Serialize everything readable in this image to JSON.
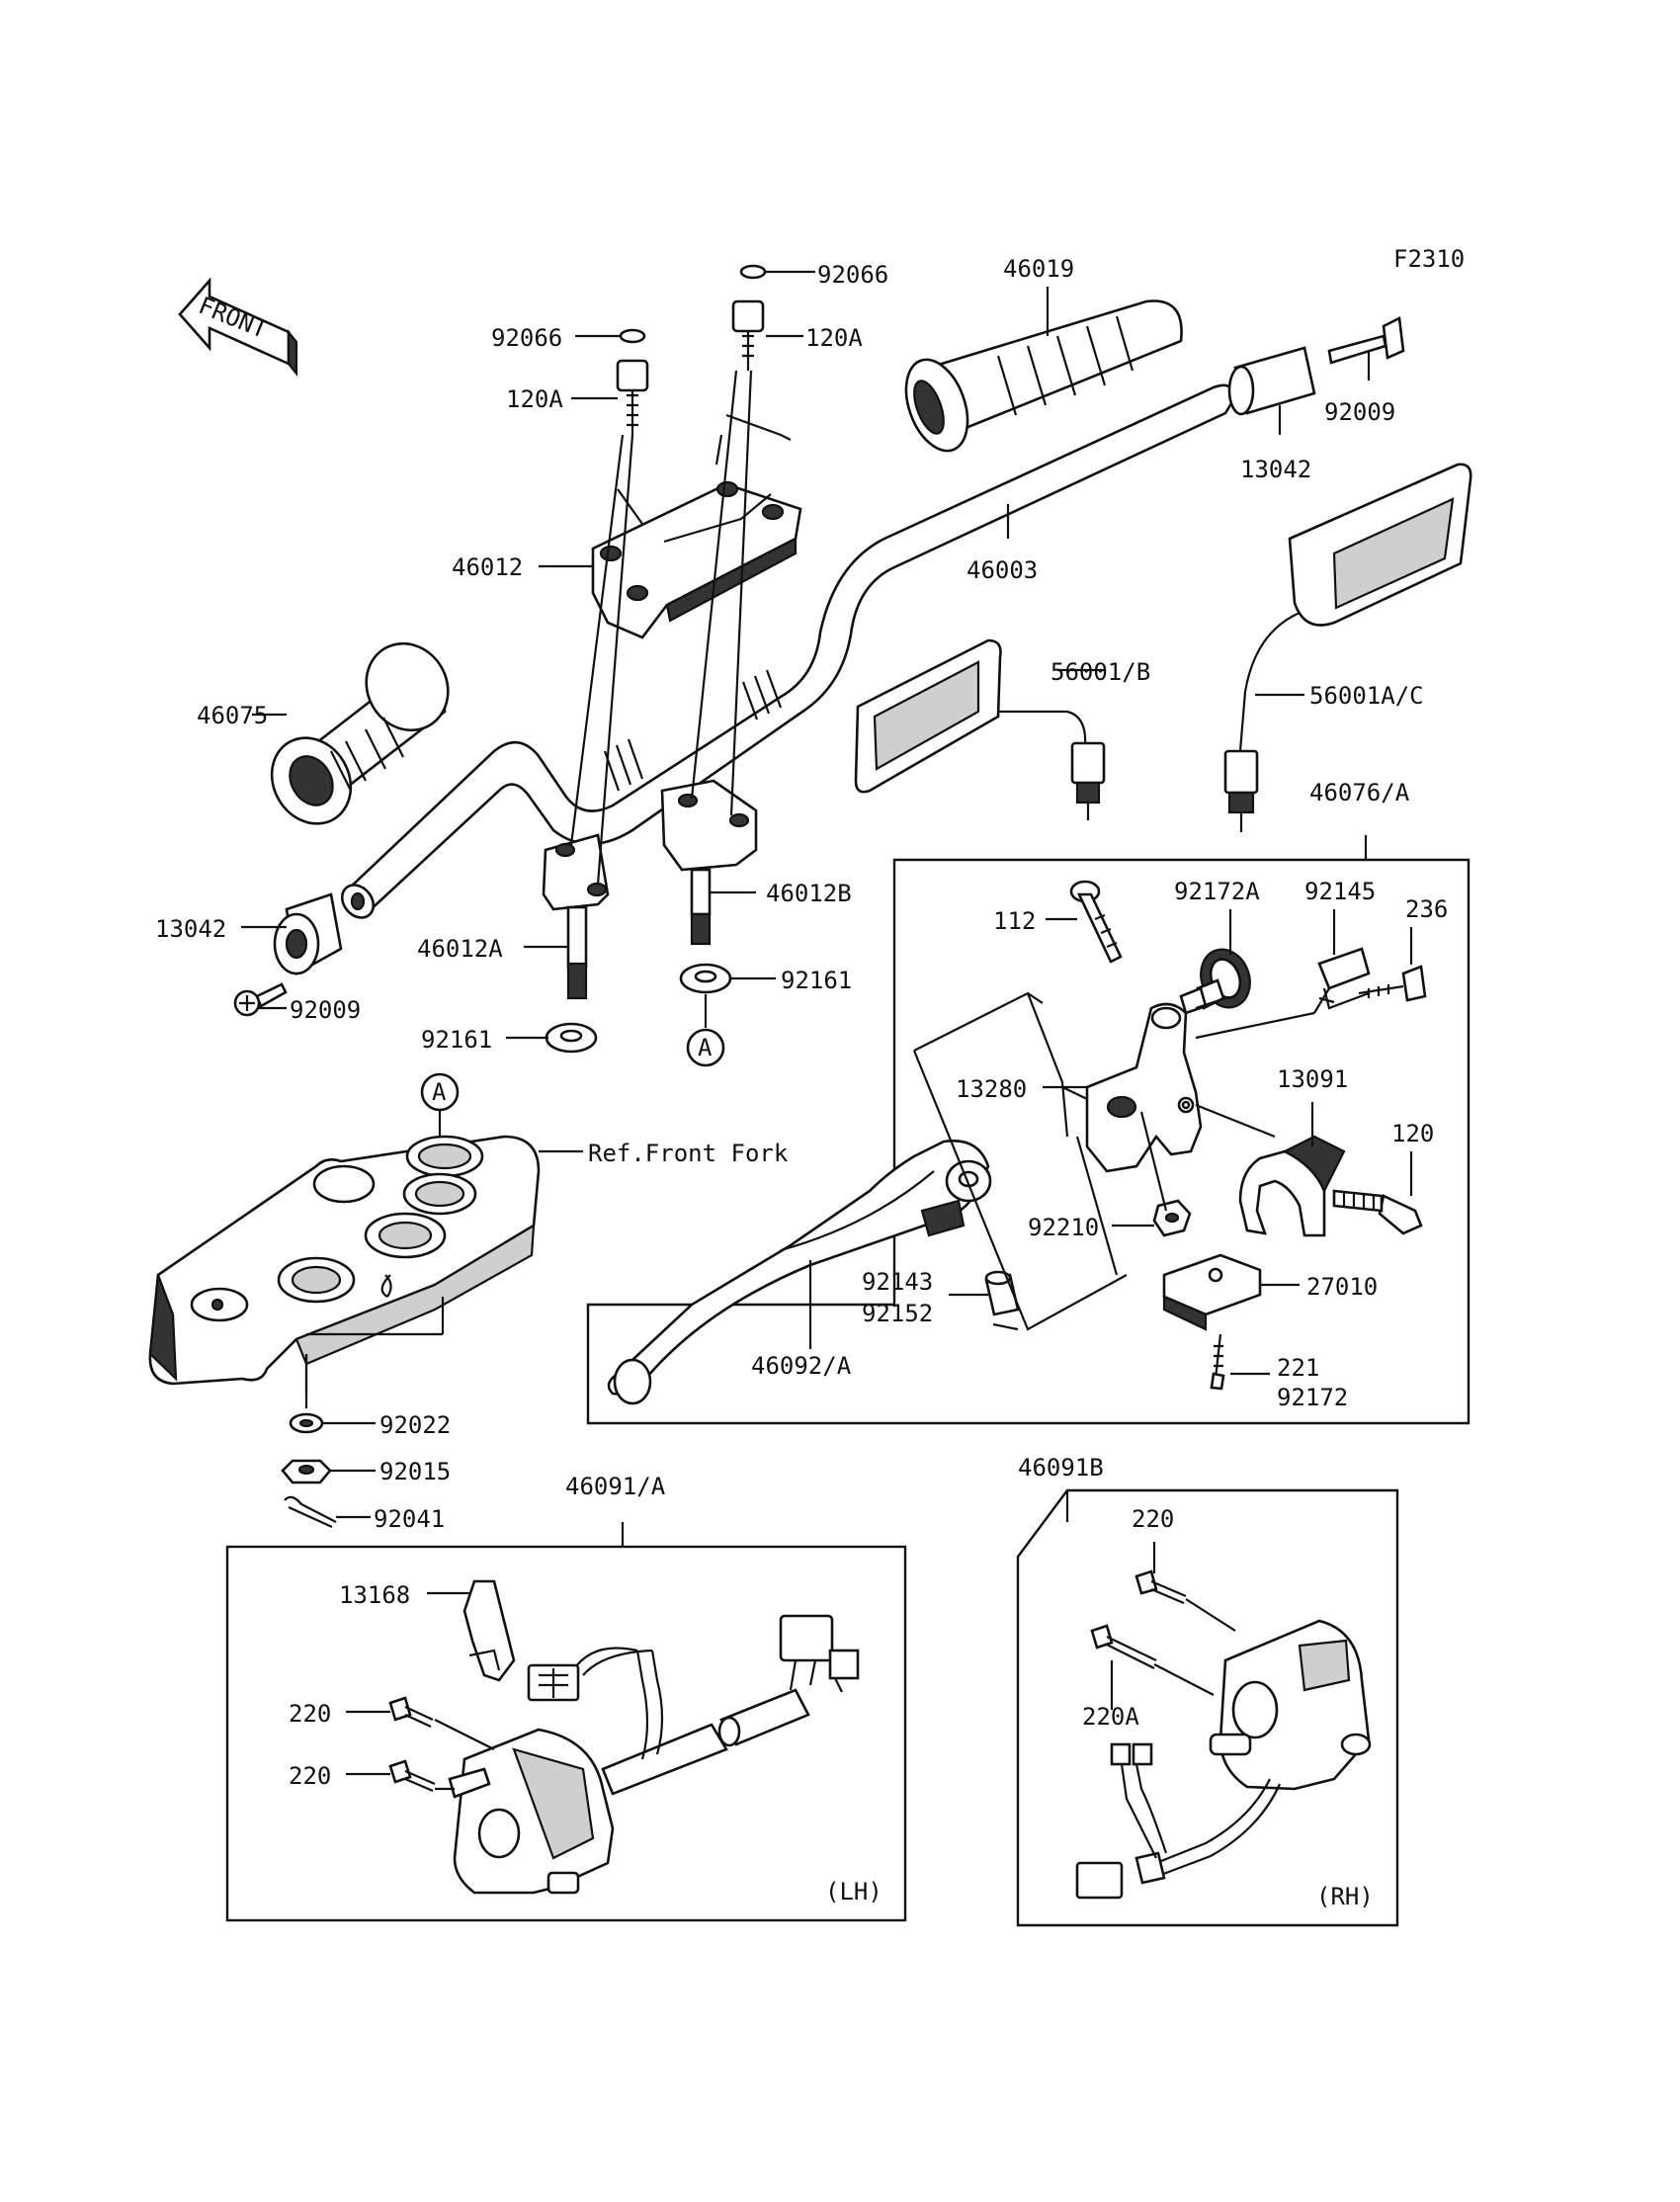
{
  "diagram_code": "F2310",
  "front_label": "FRONT",
  "ref_circle": "A",
  "reference_label": "Ref.Front Fork",
  "side_labels": {
    "lh": "(LH)",
    "rh": "(RH)"
  },
  "callouts": [
    "92066",
    "92066",
    "120A",
    "120A",
    "46019",
    "46003",
    "46012",
    "13042",
    "92009",
    "46075",
    "56001/B",
    "56001A/C",
    "13042",
    "92009",
    "46012A",
    "46012B",
    "92161",
    "92161",
    "46076/A",
    "112",
    "92172A",
    "92145",
    "236",
    "13280",
    "13091",
    "120",
    "92210",
    "92143",
    "92152",
    "27010",
    "221",
    "92172",
    "46092/A",
    "92022",
    "92015",
    "92041",
    "46091/A",
    "46091B",
    "13168",
    "220",
    "220",
    "220",
    "220A"
  ]
}
